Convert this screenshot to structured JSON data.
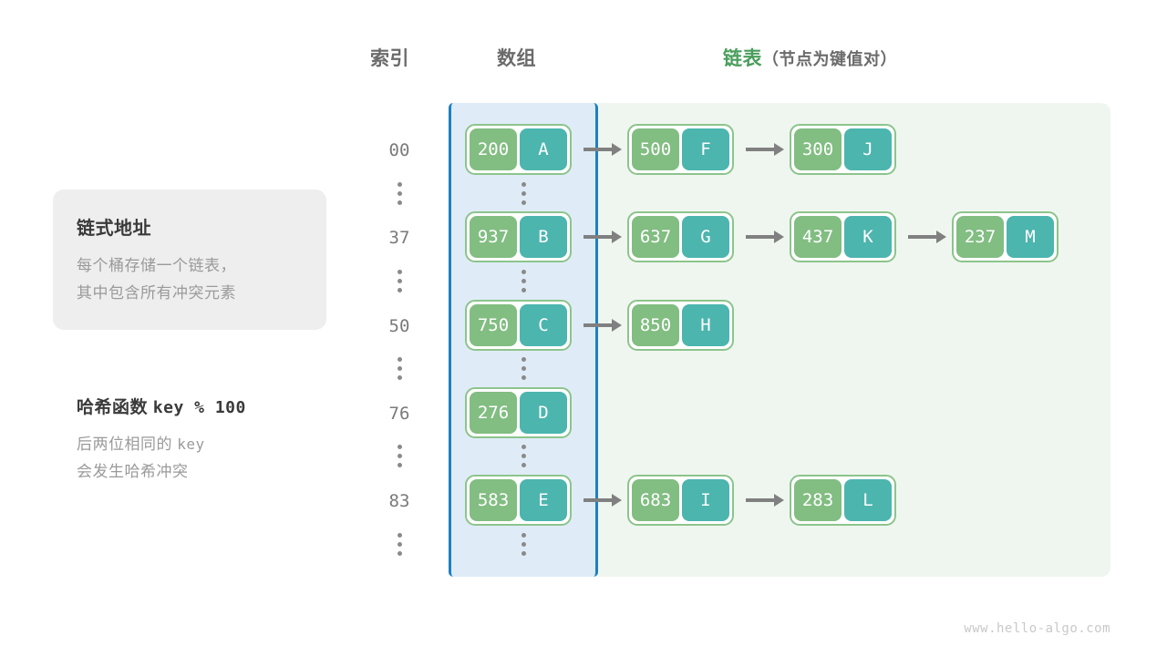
{
  "headers": {
    "index": "索引",
    "array": "数组",
    "list_main": "链表",
    "list_sub": "（节点为键值对）"
  },
  "info_card": {
    "title": "链式地址",
    "line1": "每个桶存储一个链表，",
    "line2": "其中包含所有冲突元素"
  },
  "hash_note": {
    "title_cn": "哈希函数",
    "title_code": "key % 100",
    "line1_cn": "后两位相同的",
    "line1_code": "key",
    "line2": "会发生哈希冲突"
  },
  "colors": {
    "key_cell": "#82bd82",
    "value_cell": "#4cb5ae",
    "node_border": "#8cc48c",
    "array_panel_bg": "#dfecf7",
    "array_panel_border": "#1e7fc2",
    "list_panel_bg": "#eff6ef",
    "arrow": "#808080",
    "accent_green": "#4a9e5c"
  },
  "buckets": [
    {
      "index": "00",
      "nodes": [
        {
          "key": "200",
          "value": "A"
        },
        {
          "key": "500",
          "value": "F"
        },
        {
          "key": "300",
          "value": "J"
        }
      ]
    },
    {
      "index": "37",
      "nodes": [
        {
          "key": "937",
          "value": "B"
        },
        {
          "key": "637",
          "value": "G"
        },
        {
          "key": "437",
          "value": "K"
        },
        {
          "key": "237",
          "value": "M"
        }
      ]
    },
    {
      "index": "50",
      "nodes": [
        {
          "key": "750",
          "value": "C"
        },
        {
          "key": "850",
          "value": "H"
        }
      ]
    },
    {
      "index": "76",
      "nodes": [
        {
          "key": "276",
          "value": "D"
        }
      ]
    },
    {
      "index": "83",
      "nodes": [
        {
          "key": "583",
          "value": "E"
        },
        {
          "key": "683",
          "value": "I"
        },
        {
          "key": "283",
          "value": "L"
        }
      ]
    }
  ],
  "footer": "www.hello-algo.com"
}
